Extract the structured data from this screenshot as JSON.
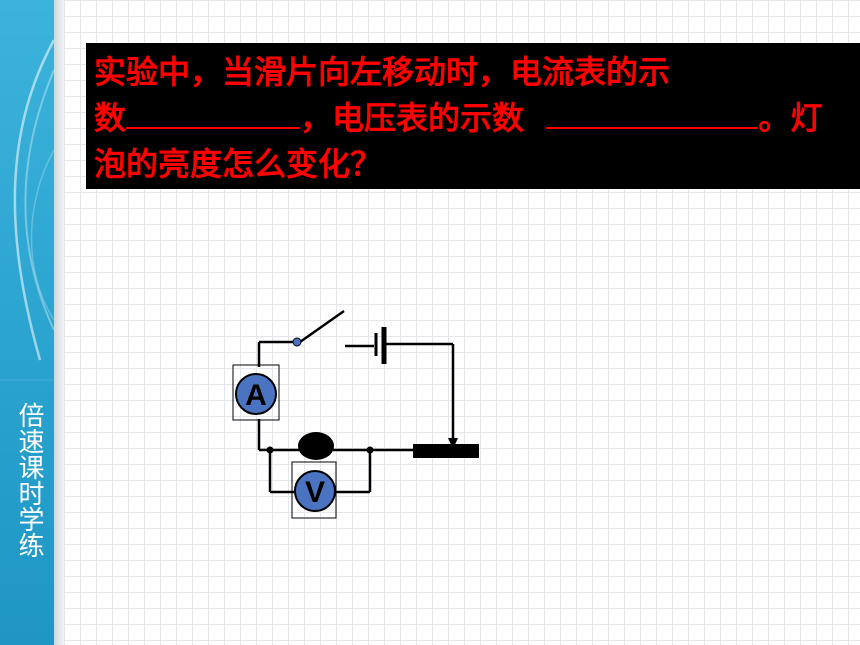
{
  "sidebar": {
    "title": "倍速课时学练",
    "background_color": "#2aa3cf"
  },
  "question": {
    "line1": "实验中，当滑片向左移动时，电流表的示",
    "line2_part1": "数",
    "line2_part2": "，电压表的示数",
    "line2_part3": "。灯",
    "line3": "泡的亮度怎么变化？",
    "text_color": "#ff0000",
    "box_color": "#000000"
  },
  "circuit": {
    "ammeter_label": "A",
    "voltmeter_label": "V",
    "meter_fill": "#4a74c2"
  }
}
